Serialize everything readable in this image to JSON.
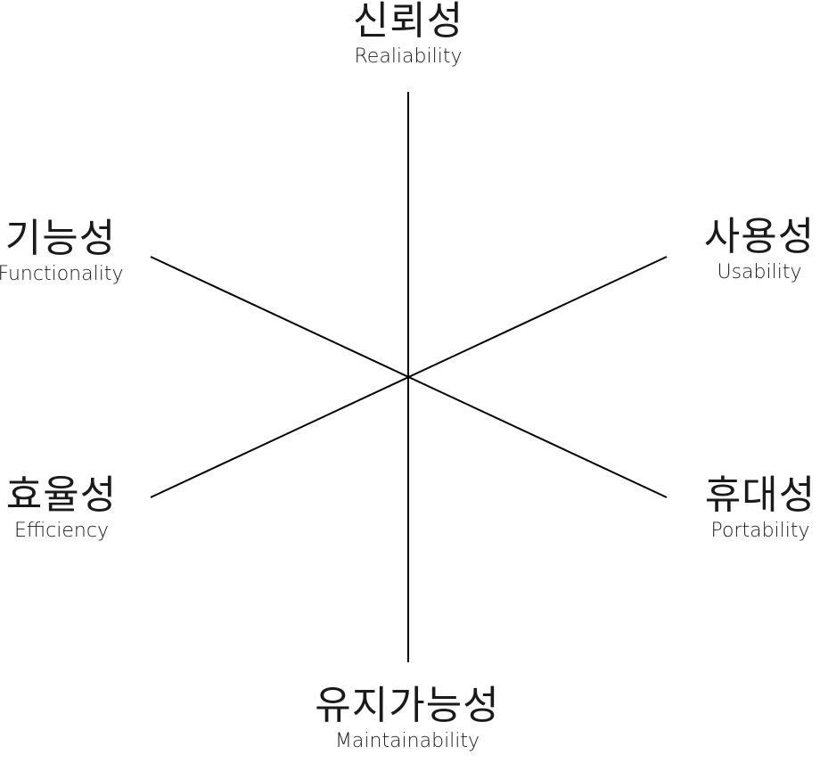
{
  "axes": [
    {
      "key": "reliability",
      "korean": "신뢰성",
      "english": "Realiability"
    },
    {
      "key": "usability",
      "korean": "사용성",
      "english": "Usability"
    },
    {
      "key": "portability",
      "korean": "휴대성",
      "english": "Portability"
    },
    {
      "key": "maintainability",
      "korean": "유지가능성",
      "english": "Maintainability"
    },
    {
      "key": "efficiency",
      "korean": "효율성",
      "english": "Efficiency"
    },
    {
      "key": "functionality",
      "korean": "기능성",
      "english": "Functionality"
    }
  ],
  "style": {
    "line_color": "#000000",
    "text_color": "#1a1a1a",
    "background": "#ffffff"
  }
}
